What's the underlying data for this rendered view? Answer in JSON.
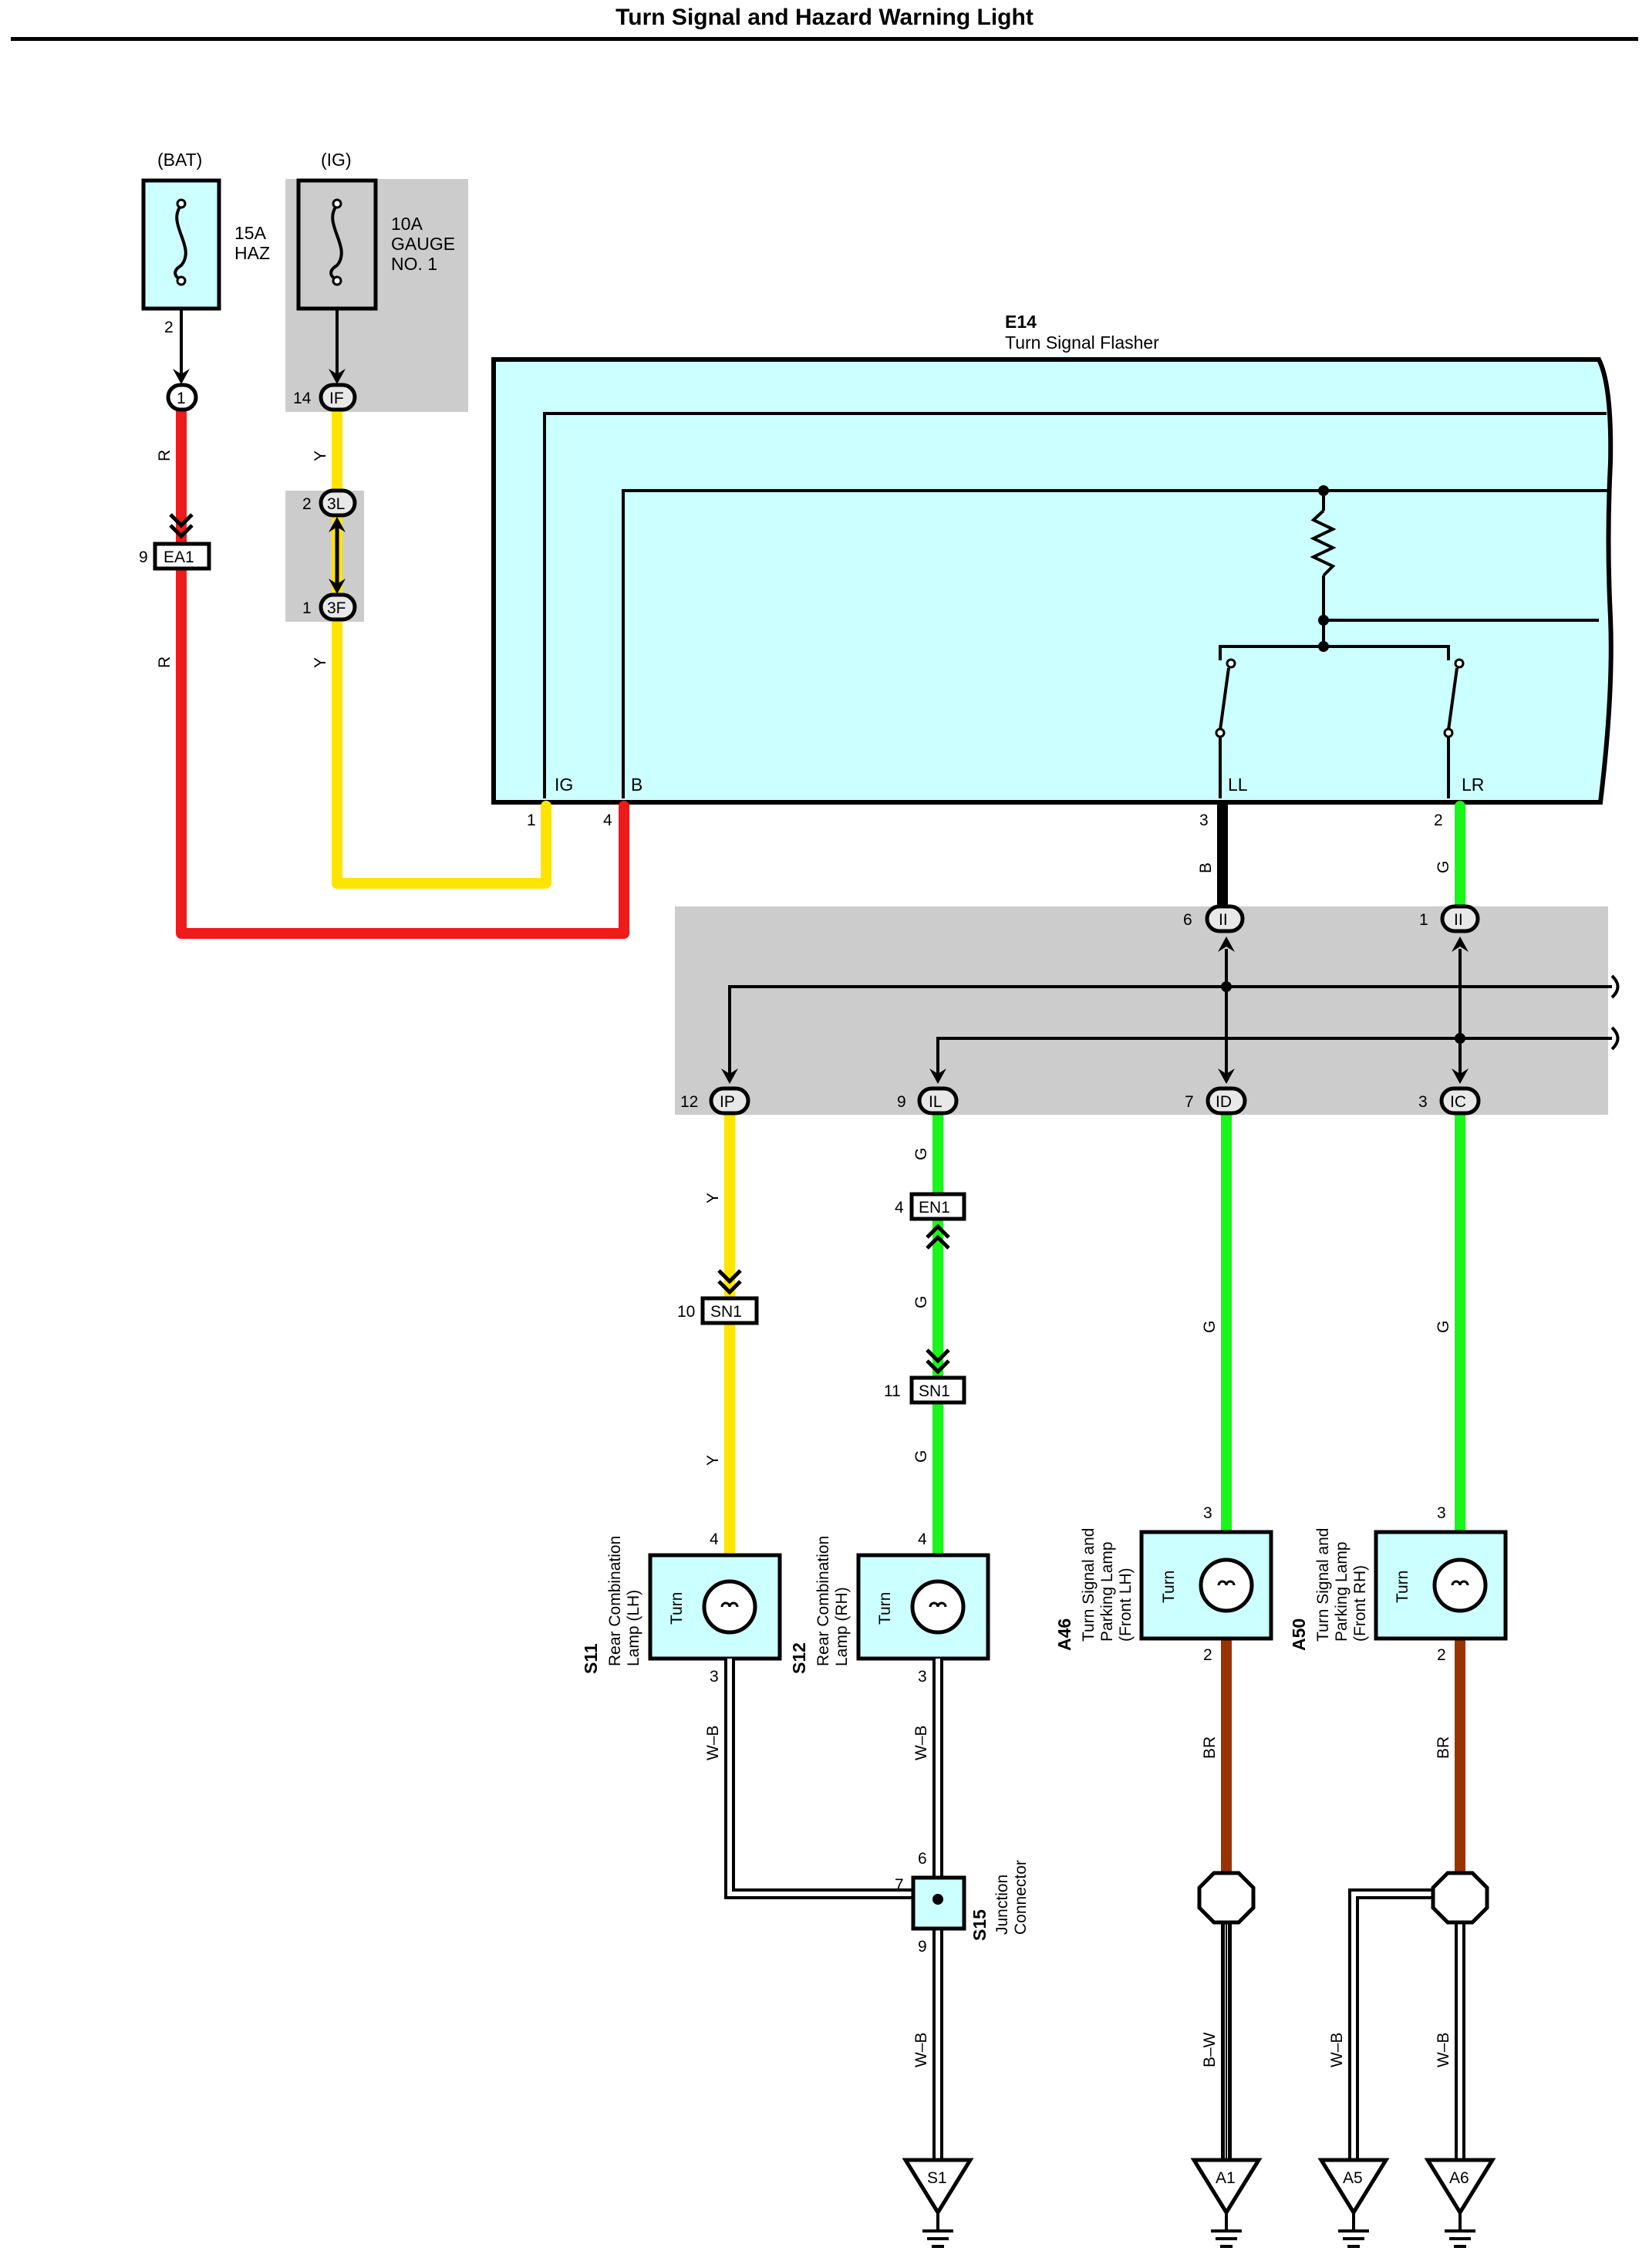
{
  "title": "Turn Signal and Hazard Warning Light",
  "colors": {
    "red": "#ef1a1a",
    "yellow": "#ffe400",
    "green": "#19f619",
    "black": "#000000",
    "brown": "#993300",
    "component_fill": "#ccffff",
    "junction_block_fill": "#cccccc"
  },
  "power": {
    "bat_label": "(BAT)",
    "ig_label": "(IG)",
    "haz_fuse": [
      "15A",
      "HAZ"
    ],
    "gauge_fuse": [
      "10A",
      "GAUGE",
      "NO. 1"
    ]
  },
  "flasher": {
    "code": "E14",
    "name": "Turn Signal Flasher",
    "pins": {
      "ig": "IG",
      "b": "B",
      "ll": "LL",
      "lr": "LR"
    },
    "pin_nums": {
      "ig": "1",
      "b": "4",
      "ll": "3",
      "lr": "2"
    }
  },
  "connectors": {
    "c1": {
      "name": "1",
      "pin": "2"
    },
    "if": {
      "name": "IF",
      "pin": "14"
    },
    "l3": {
      "name": "3L",
      "pin": "2"
    },
    "f3": {
      "name": "3F",
      "pin": "1"
    },
    "ea1": {
      "name": "EA1",
      "pin": "9"
    },
    "ii_l": {
      "name": "II",
      "pin": "6"
    },
    "ii_r": {
      "name": "II",
      "pin": "1"
    },
    "ip": {
      "name": "IP",
      "pin": "12"
    },
    "il": {
      "name": "IL",
      "pin": "9"
    },
    "id": {
      "name": "ID",
      "pin": "7"
    },
    "ic": {
      "name": "IC",
      "pin": "3"
    },
    "en1": {
      "name": "EN1",
      "pin": "4"
    },
    "sn1a": {
      "name": "SN1",
      "pin": "10"
    },
    "sn1b": {
      "name": "SN1",
      "pin": "11"
    }
  },
  "wire_colors": {
    "r": "R",
    "y": "Y",
    "g": "G",
    "b": "B",
    "br": "BR",
    "wb": "W–B",
    "bw": "B–W"
  },
  "lamps": {
    "s11": {
      "code": "S11",
      "name": [
        "Rear Combination",
        "Lamp (LH)"
      ],
      "inner": "Turn",
      "pin_top": "4",
      "pin_bot": "3"
    },
    "s12": {
      "code": "S12",
      "name": [
        "Rear Combination",
        "Lamp (RH)"
      ],
      "inner": "Turn",
      "pin_top": "4",
      "pin_bot": "3"
    },
    "a46": {
      "code": "A46",
      "name": [
        "Turn Signal and",
        "Parking Lamp",
        "(Front LH)"
      ],
      "inner": "Turn",
      "pin_top": "3",
      "pin_bot": "2"
    },
    "a50": {
      "code": "A50",
      "name": [
        "Turn Signal and",
        "Parking Lamp",
        "(Front RH)"
      ],
      "inner": "Turn",
      "pin_top": "3",
      "pin_bot": "2"
    }
  },
  "junction_connector": {
    "code": "S15",
    "name": [
      "Junction",
      "Connector"
    ],
    "pins": {
      "top": "6",
      "left": "7",
      "bottom": "9"
    }
  },
  "grounds": {
    "s1": "S1",
    "a1": "A1",
    "a5": "A5",
    "a6": "A6"
  }
}
